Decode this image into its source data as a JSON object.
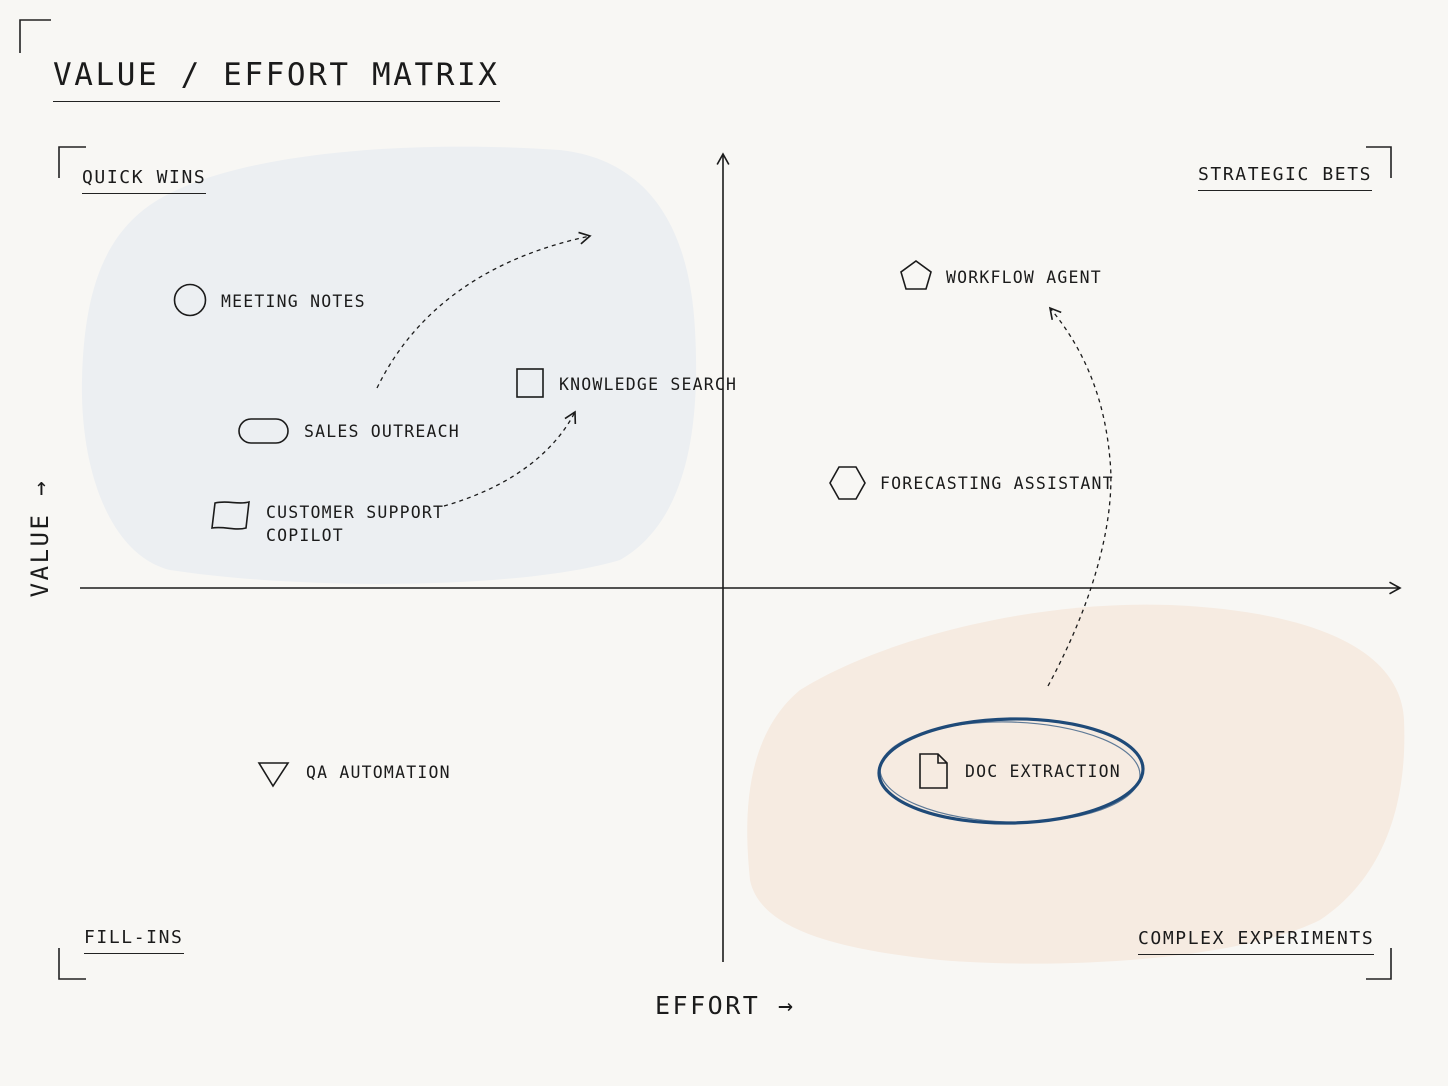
{
  "title": "VALUE / EFFORT MATRIX",
  "axes": {
    "x_label": "EFFORT →",
    "y_label": "VALUE →"
  },
  "quadrants": {
    "top_left": "QUICK WINS",
    "top_right": "STRATEGIC BETS",
    "bottom_left": "FILL-INS",
    "bottom_right": "COMPLEX EXPERIMENTS"
  },
  "items": {
    "meeting_notes": {
      "label": "MEETING NOTES",
      "icon": "circle-icon"
    },
    "knowledge_search": {
      "label": "KNOWLEDGE SEARCH",
      "icon": "square-icon"
    },
    "sales_outreach": {
      "label": "SALES OUTREACH",
      "icon": "pill-icon"
    },
    "customer_support": {
      "label": "CUSTOMER SUPPORT\nCOPILOT",
      "icon": "flag-icon"
    },
    "qa_automation": {
      "label": "QA AUTOMATION",
      "icon": "triangle-icon"
    },
    "workflow_agent": {
      "label": "WORKFLOW AGENT",
      "icon": "pentagon-icon"
    },
    "forecasting_assistant": {
      "label": "FORECASTING ASSISTANT",
      "icon": "hexagon-icon"
    },
    "doc_extraction": {
      "label": "DOC EXTRACTION",
      "icon": "document-icon",
      "highlighted": true
    }
  },
  "colors": {
    "ink": "#1b1b1b",
    "quick_wins_region": "#eceff2",
    "complex_experiments_region": "#f6ebe1",
    "highlight": "#1f4a78"
  }
}
